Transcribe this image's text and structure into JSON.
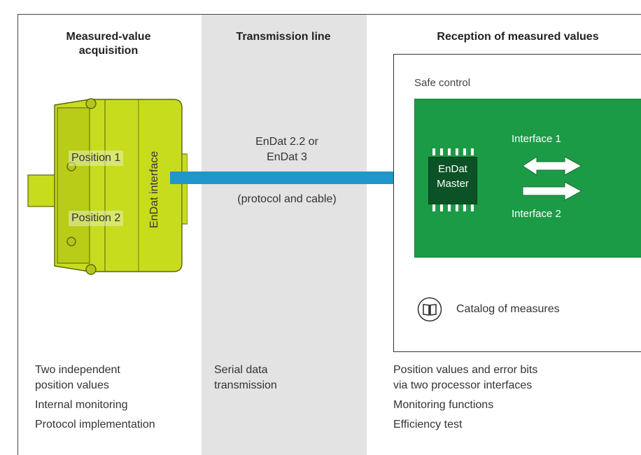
{
  "columns": {
    "acquisition": {
      "title_line1": "Measured-value",
      "title_line2": "acquisition"
    },
    "transmission": {
      "title": "Transmission line"
    },
    "reception": {
      "title": "Reception of measured values"
    }
  },
  "encoder": {
    "position1": "Position 1",
    "position2": "Position 2",
    "interface": "EnDat interface"
  },
  "transmission": {
    "protocol_line1": "EnDat 2.2 or",
    "protocol_line2": "EnDat 3",
    "note": "(protocol and cable)"
  },
  "reception": {
    "safe_control": "Safe control",
    "master_line1": "EnDat",
    "master_line2": "Master",
    "interface1": "Interface 1",
    "interface2": "Interface 2",
    "catalog": "Catalog of measures"
  },
  "descriptions": {
    "acquisition": [
      "Two independent",
      "position values",
      "Internal monitoring",
      "Protocol implementation"
    ],
    "transmission": [
      "Serial data",
      "transmission"
    ],
    "reception": [
      "Position values and error bits",
      "via two processor interfaces",
      "Monitoring functions",
      "Efficiency test"
    ]
  },
  "colors": {
    "band": "#e3e3e3",
    "board": "#1c9b47",
    "chip": "#0b5226",
    "cable": "#2096c9",
    "encoder": "#c8dc1e"
  },
  "icons": [
    "book-icon",
    "double-arrow-icon",
    "right-arrow-icon"
  ]
}
